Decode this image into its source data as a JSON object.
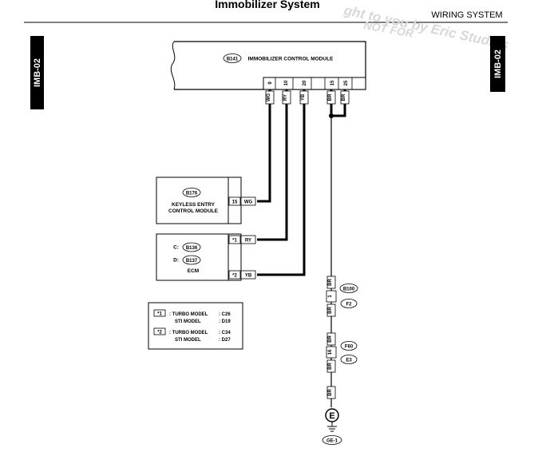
{
  "header": {
    "title": "Immobilizer System",
    "section": "WIRING SYSTEM",
    "side_tab": "IMB-02",
    "watermark_line1": "ght to you by Eric Studios",
    "watermark_line2": "NOT FOR"
  },
  "module": {
    "connector": "B141",
    "name": "IMMOBILIZER CONTROL MODULE",
    "pins": [
      "9",
      "10",
      "20",
      "15",
      "25"
    ],
    "wires": [
      "WG",
      "RY",
      "YB",
      "BR",
      "BR"
    ]
  },
  "keyless": {
    "connector": "B176",
    "line1": "KEYLESS ENTRY",
    "line2": "CONTROL MODULE",
    "pin": "15",
    "wire": "WG"
  },
  "ecm": {
    "c_label": "C:",
    "c_conn": "B136",
    "d_label": "D:",
    "d_conn": "B137",
    "name": "ECM",
    "pin1": "*1",
    "wire1": "RY",
    "pin2": "*2",
    "wire2": "YB"
  },
  "legend": {
    "n1": "*1",
    "n1_turbo": ": TURBO MODEL",
    "n1_turbo_val": ": C26",
    "n1_sti": "STI MODEL",
    "n1_sti_val": ": D19",
    "n2": "*2",
    "n2_turbo": ": TURBO MODEL",
    "n2_turbo_val": ": C34",
    "n2_sti": "STI MODEL",
    "n2_sti_val": ": D27"
  },
  "ground_path": {
    "wire_br": "BR",
    "conn1_pin": "1",
    "conn1_a": "B100",
    "conn1_b": "F2",
    "conn2_pin": "16",
    "conn2_a": "F60",
    "conn2_b": "E3",
    "ground_symbol": "E",
    "ground_id": "GE-1"
  }
}
